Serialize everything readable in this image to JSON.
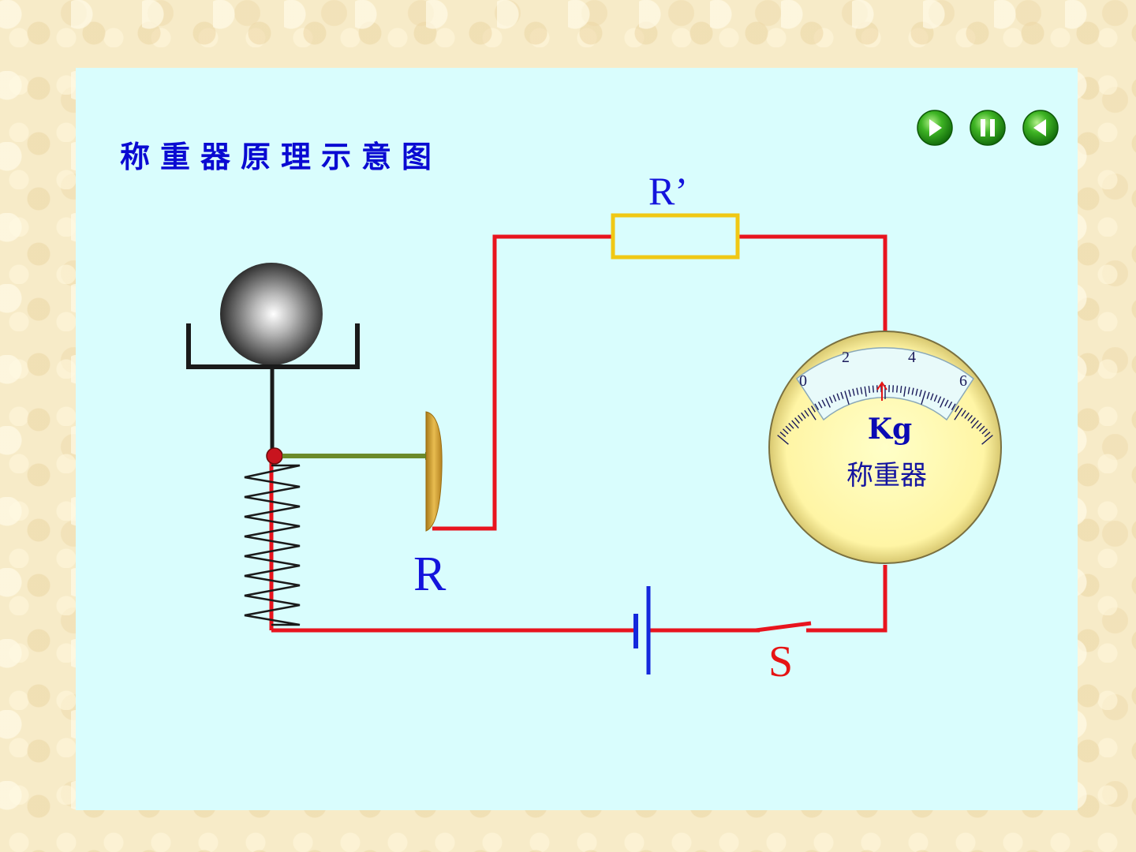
{
  "title": "称重器原理示意图",
  "labels": {
    "resistor_fixed": "R’",
    "resistor_variable": "R",
    "switch": "S"
  },
  "meter": {
    "unit": "Kg",
    "caption": "称重器",
    "scale": [
      "0",
      "2",
      "4",
      "6"
    ]
  },
  "colors": {
    "wire": "#e8141e",
    "battery": "#1428dc",
    "resistor_border": "#f0c814",
    "rheostat": "#c89628",
    "title": "#0a0ad2",
    "panel": "#d9fdfd",
    "button": "#2e9e1c"
  },
  "controls": {
    "play": "play-icon",
    "pause": "pause-icon",
    "back": "rewind-icon"
  }
}
